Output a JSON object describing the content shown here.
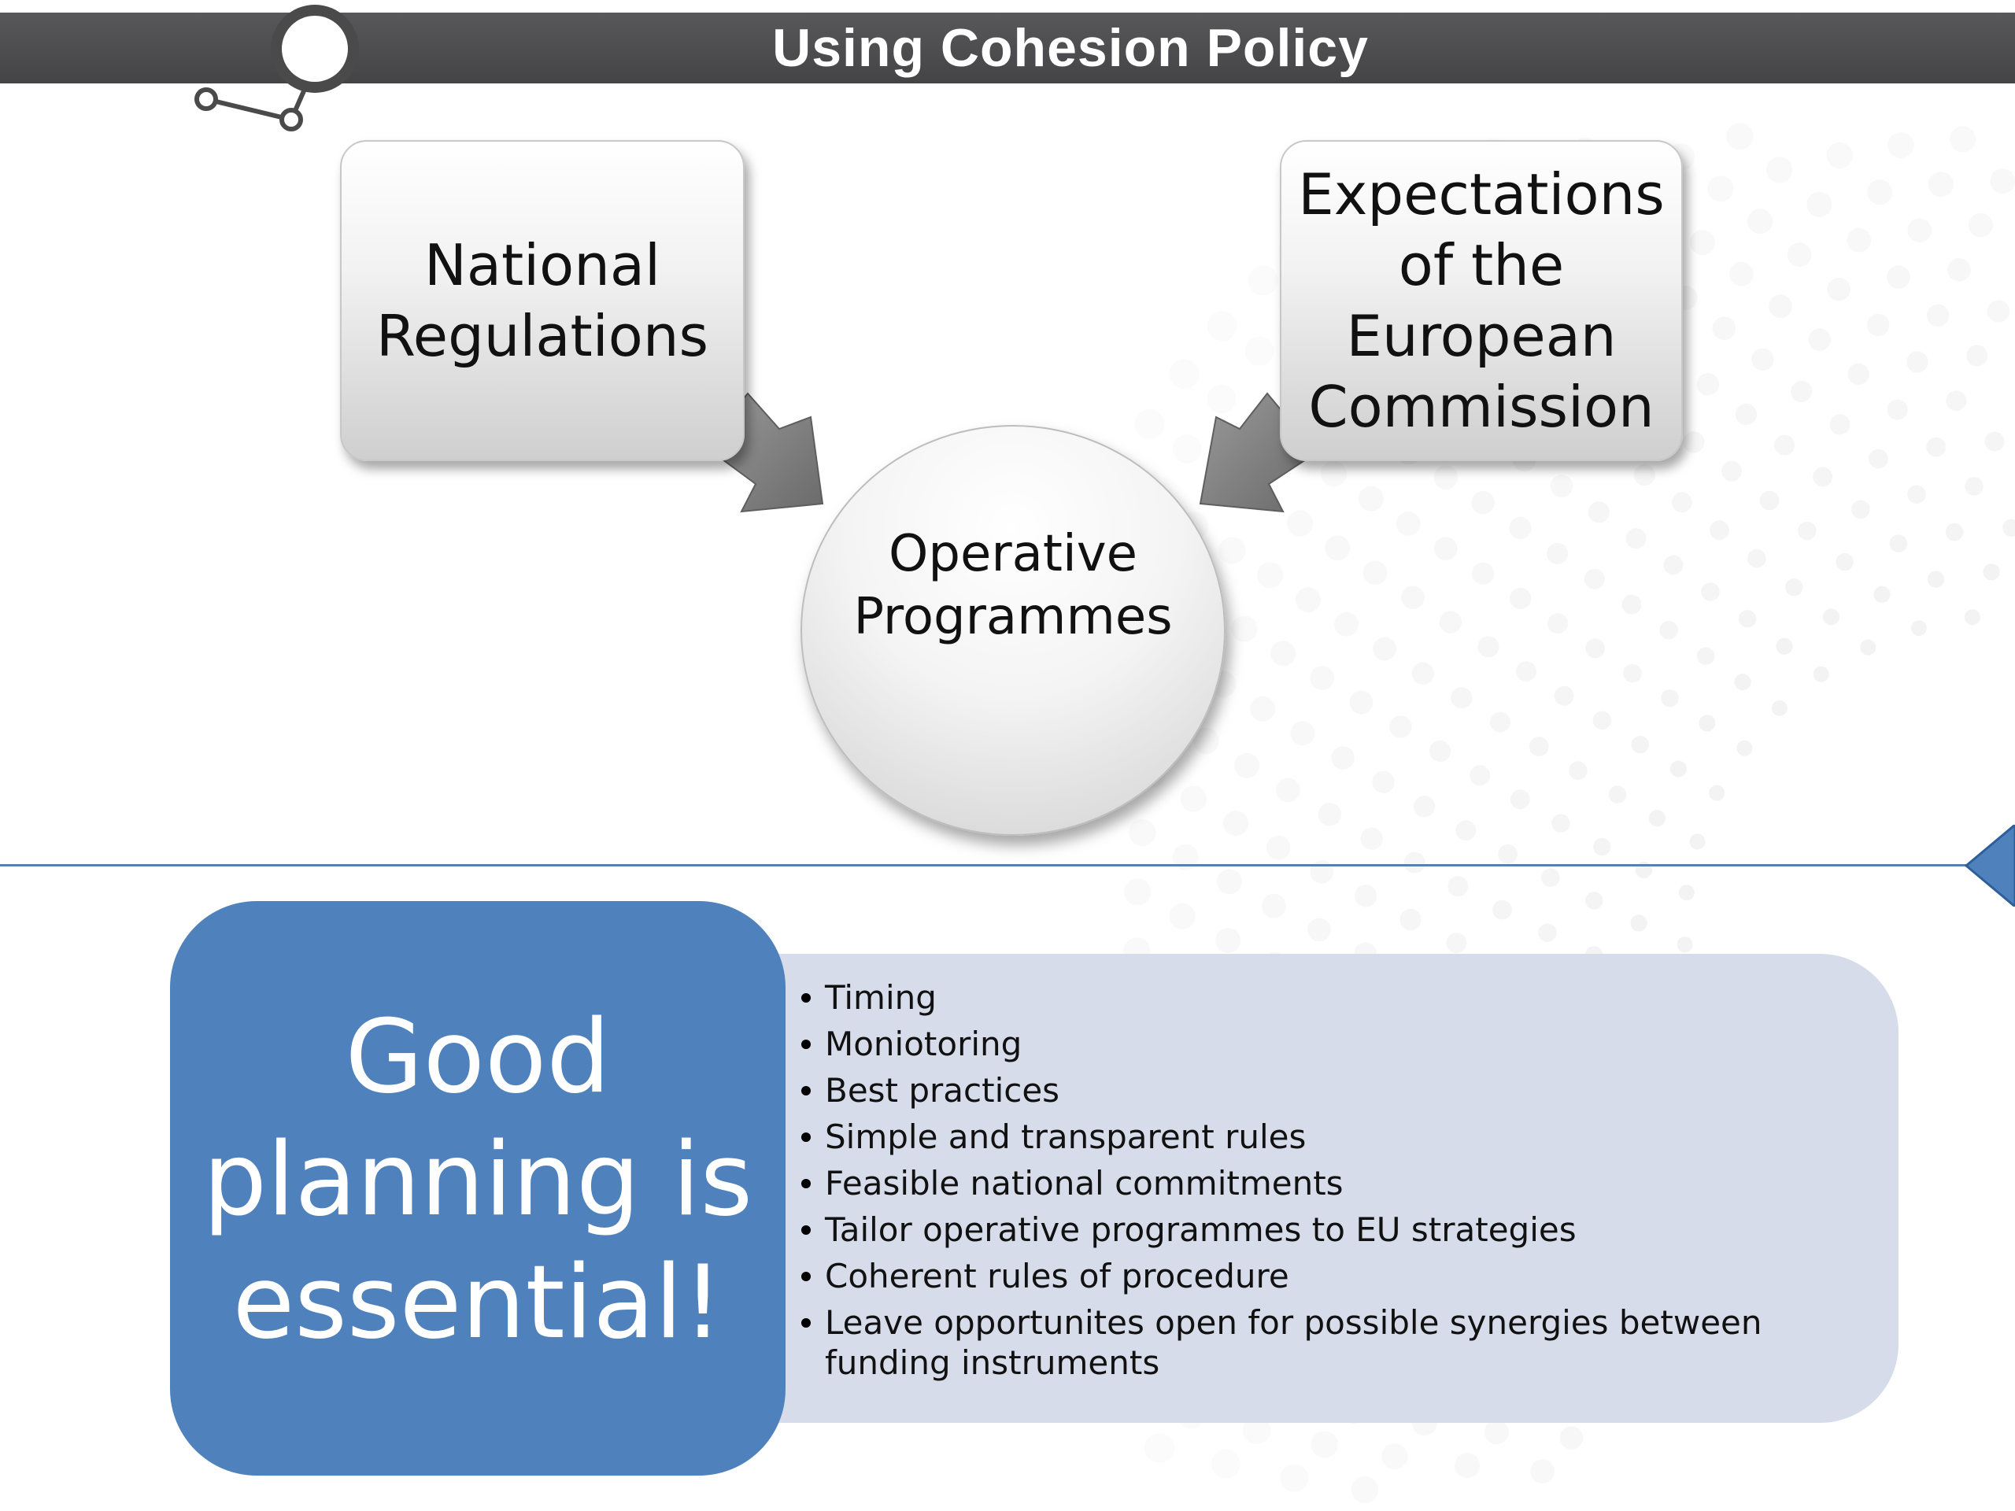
{
  "title": "Using Cohesion Policy",
  "diagram": {
    "left_box": "National\nRegulations",
    "right_box": "Expectations\nof the\nEuropean\nCommission",
    "center": "Operative\nProgrammes"
  },
  "callout": "Good\nplanning is\nessential!",
  "points": [
    "Timing",
    "Moniotoring",
    "Best practices",
    "Simple and transparent rules",
    "Feasible national commitments",
    "Tailor operative programmes to EU strategies",
    "Coherent rules of procedure",
    "Leave opportunites open for possible synergies between funding instruments"
  ],
  "colors": {
    "title_bar": "#4d4d4f",
    "accent_blue": "#4f81bd",
    "panel_blue": "#d6dcea",
    "divider": "#5a7fb5"
  }
}
